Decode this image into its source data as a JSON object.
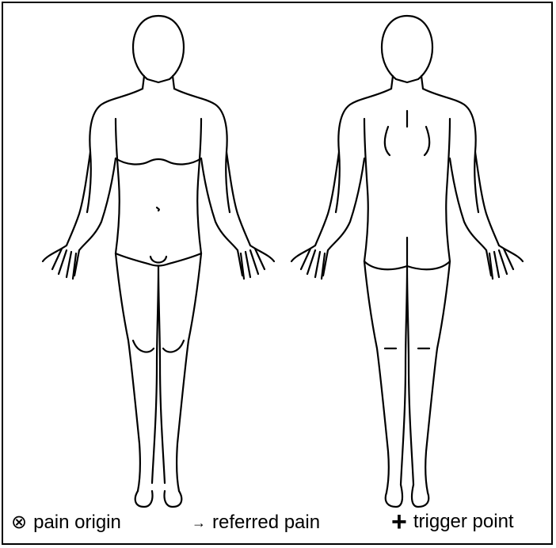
{
  "figure": {
    "views": [
      "front",
      "back"
    ]
  },
  "legend": {
    "items": [
      {
        "symbol": "⊗",
        "label": "pain origin",
        "icon": "circled-times-icon"
      },
      {
        "symbol": "→",
        "label": "referred pain",
        "icon": "arrow-right-icon"
      },
      {
        "symbol": "+",
        "label": "trigger point",
        "icon": "plus-icon"
      }
    ]
  },
  "colors": {
    "outline": "#000000",
    "background": "#ffffff"
  }
}
